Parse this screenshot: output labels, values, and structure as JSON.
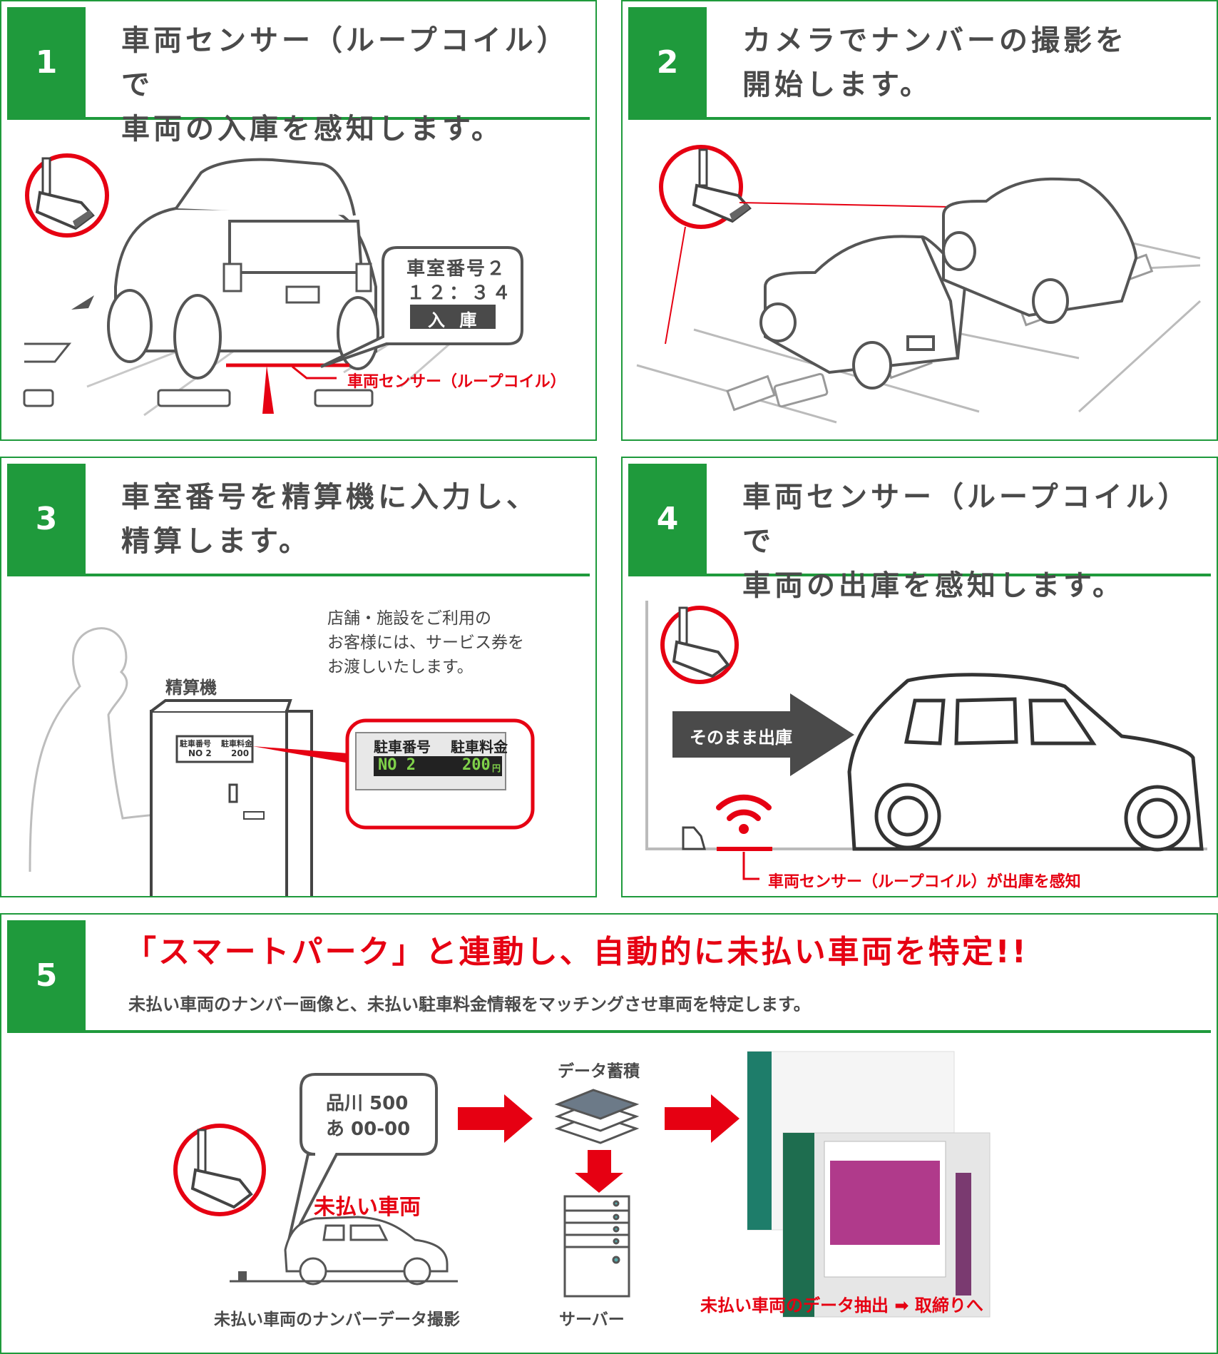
{
  "steps": [
    {
      "num": "1",
      "title_l1": "車両センサー（ループコイル）で",
      "title_l2": "車両の入庫を感知します。"
    },
    {
      "num": "2",
      "title_l1": "カメラでナンバーの撮影を",
      "title_l2": "開始します。"
    },
    {
      "num": "3",
      "title_l1": "車室番号を精算機に入力し、",
      "title_l2": "精算します。"
    },
    {
      "num": "4",
      "title_l1": "車両センサー（ループコイル）で",
      "title_l2": "車両の出庫を感知します。"
    },
    {
      "num": "5",
      "title": "「スマートパーク」と連動し、自動的に未払い車両を特定!!",
      "subtitle": "未払い車両のナンバー画像と、未払い駐車料金情報をマッチングさせ車両を特定します。"
    }
  ],
  "step1": {
    "bubble_l1": "車室番号２",
    "bubble_l2": "１２：３４",
    "bubble_l3": "入 庫",
    "sensor_label": "車両センサー（ループコイル）"
  },
  "step3": {
    "note_l1": "店舗・施設をご利用の",
    "note_l2": "お客様には、サービス券を",
    "note_l3": "お渡しいたします。",
    "machine_label": "精算機",
    "display_head1": "駐車番号",
    "display_head2": "駐車料金",
    "display_val1": "NO 2",
    "display_val2": "200",
    "display_unit": "円",
    "small_head1": "駐車番号",
    "small_head2": "駐車料金",
    "small_val1": "NO 2",
    "small_val2": "200"
  },
  "step4": {
    "arrow_label": "そのまま出庫",
    "sensor_label": "車両センサー（ループコイル）が出庫を感知"
  },
  "step5": {
    "bubble_l1": "品川 500",
    "bubble_l2": "あ 00-00",
    "unpaid_label": "未払い車両",
    "capture_caption": "未払い車両のナンバーデータ撮影",
    "storage_label": "データ蓄積",
    "server_label": "サーバー",
    "extract_label": "未払い車両のデータ抽出 ➡ 取締りへ"
  },
  "colors": {
    "green": "#1f9a3c",
    "red": "#e60012",
    "gray": "#4a4a4a"
  },
  "icons": [
    "camera-icon",
    "car-icon",
    "arrow-right-icon",
    "arrow-down-icon",
    "server-icon",
    "data-stack-icon",
    "wifi-sensor-icon"
  ]
}
